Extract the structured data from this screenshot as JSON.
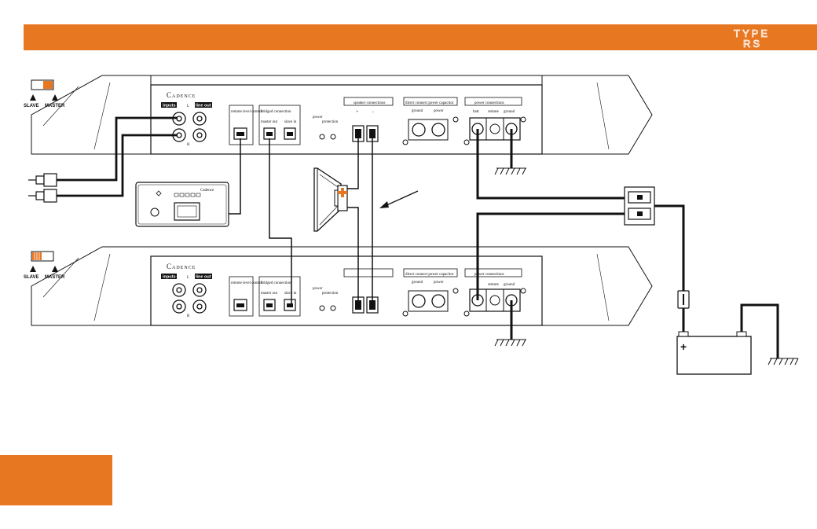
{
  "header": {
    "brand": "Cadence",
    "model_line1": "TYPE",
    "model_line2": "RS",
    "bar_color": "#E87722"
  },
  "switch": {
    "slave": "SLAVE",
    "master": "MASTER",
    "accent": "#E87722"
  },
  "amp": {
    "inputs": "inputs",
    "line_out": "line out",
    "left": "L",
    "right": "R",
    "remote": "remote level control",
    "bridged": "bridged connection",
    "master_out": "master out",
    "slave_in": "slave in",
    "power": "power",
    "protection": "protection",
    "speaker": "speaker connections",
    "plus": "+",
    "minus": "−",
    "capacitor": "direct connect power capacitor",
    "ground": "ground",
    "power_label": "power",
    "power_conn": "power connections",
    "batt": "batt",
    "remote_short": "remote"
  },
  "remote_unit": {
    "brand": "Cadence"
  },
  "battery": {
    "plus": "+"
  }
}
